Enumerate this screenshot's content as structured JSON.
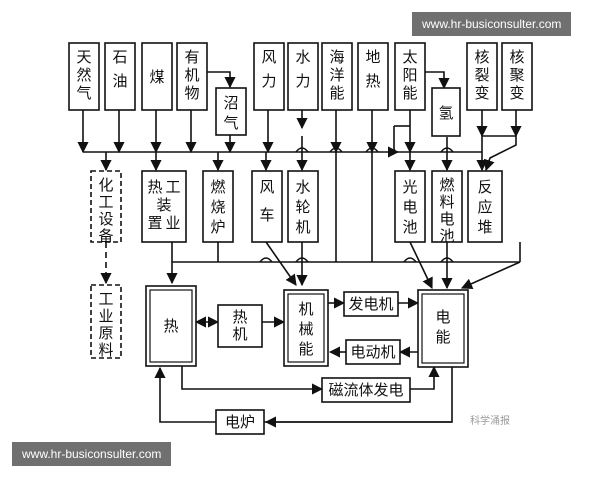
{
  "watermarks": {
    "top_right": "www.hr-busiconsulter.com",
    "bottom_left": "www.hr-busiconsulter.com",
    "wechat": "科学涌报"
  },
  "sources": [
    {
      "id": "natural-gas",
      "label": "天然气"
    },
    {
      "id": "petroleum",
      "label": "石油"
    },
    {
      "id": "coal",
      "label": "煤"
    },
    {
      "id": "organic-matter",
      "label": "有机物"
    },
    {
      "id": "biogas",
      "label": "沼气"
    },
    {
      "id": "wind-power",
      "label": "风力"
    },
    {
      "id": "hydro-power",
      "label": "水力"
    },
    {
      "id": "ocean-energy",
      "label": "海洋能"
    },
    {
      "id": "geothermal",
      "label": "地热"
    },
    {
      "id": "solar-energy",
      "label": "太阳能"
    },
    {
      "id": "hydrogen",
      "label": "氢"
    },
    {
      "id": "nuclear-fission",
      "label": "核裂变"
    },
    {
      "id": "nuclear-fusion",
      "label": "核聚变"
    }
  ],
  "converters": [
    {
      "id": "chemical-equipment",
      "label": "化工设备"
    },
    {
      "id": "industrial-heat-device",
      "label": "热工装置业"
    },
    {
      "id": "furnace",
      "label": "燃烧炉"
    },
    {
      "id": "windmill",
      "label": "风车"
    },
    {
      "id": "turbine",
      "label": "水轮机"
    },
    {
      "id": "photovoltaic-cell",
      "label": "光电池"
    },
    {
      "id": "fuel-cell",
      "label": "燃料电池"
    },
    {
      "id": "reactor",
      "label": "反应堆"
    }
  ],
  "industrial_material": "工业原料",
  "energy_forms": {
    "heat": "热",
    "heat_engine": "热机",
    "mechanical_energy": "机械能",
    "generator": "发电机",
    "motor": "电动机",
    "electric_energy": "电能",
    "mhd_generator": "磁流体发电",
    "electric_furnace": "电炉"
  }
}
